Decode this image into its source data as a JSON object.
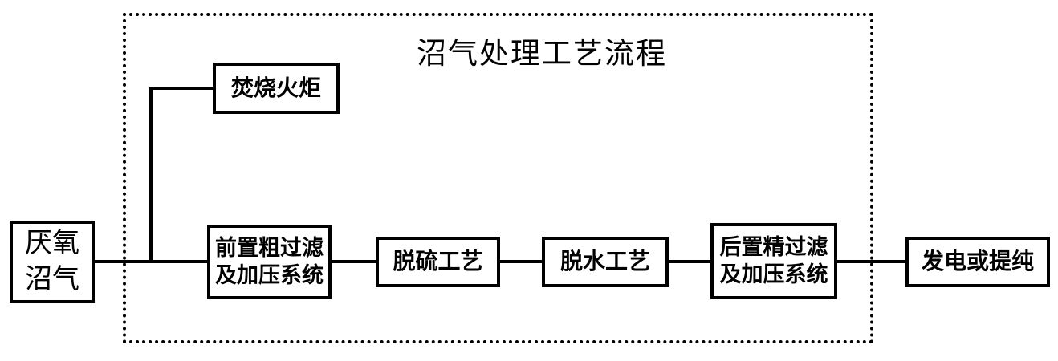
{
  "title": "沼气处理工艺流程",
  "nodes": {
    "anaerobic_biogas": {
      "lines": [
        "厌氧",
        "沼气"
      ]
    },
    "flare": {
      "label": "焚烧火炬"
    },
    "pre_coarse_filter": {
      "lines": [
        "前置粗过滤",
        "及加压系统"
      ]
    },
    "desulfurization": {
      "label": "脱硫工艺"
    },
    "dewatering": {
      "label": "脱水工艺"
    },
    "post_fine_filter": {
      "lines": [
        "后置精过滤",
        "及加压系统"
      ]
    },
    "power_or_purification": {
      "label": "发电或提纯"
    }
  },
  "colors": {
    "line": "#000000",
    "background": "#ffffff",
    "box_fill": "#ffffff"
  }
}
